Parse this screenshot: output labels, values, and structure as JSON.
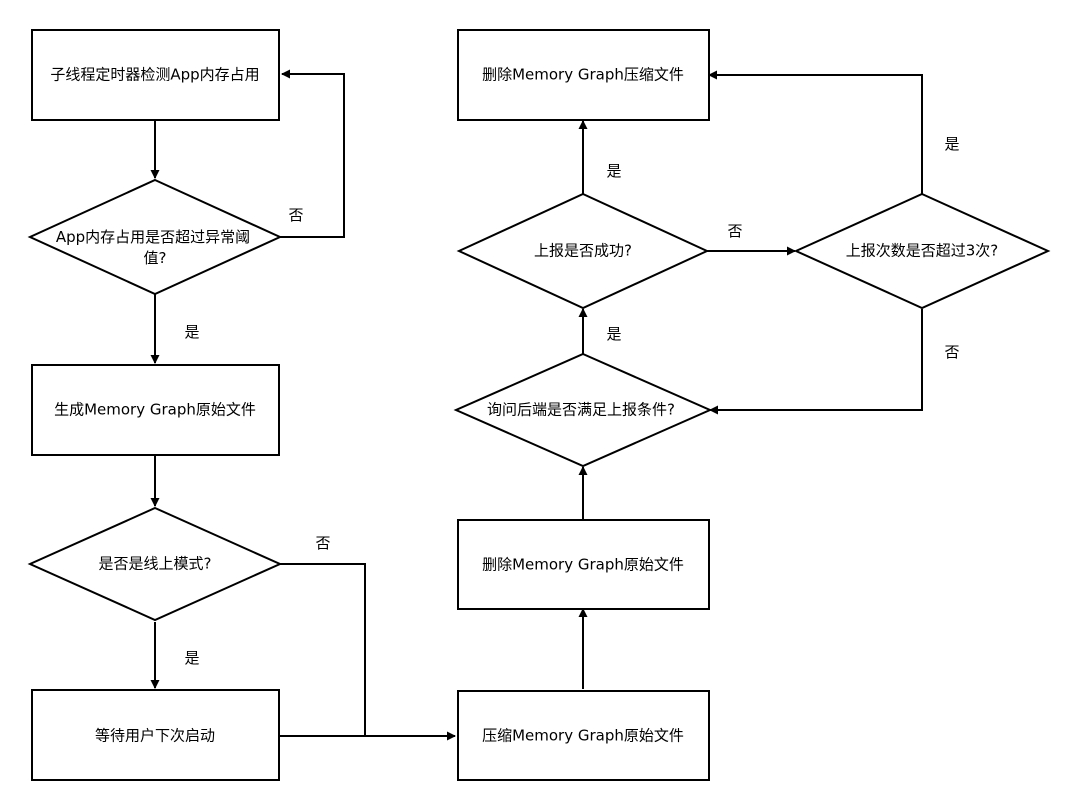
{
  "nodes": {
    "n1": "子线程定时器检测App内存占用",
    "d1_line1": "App内存占用是否超过异常阈",
    "d1_line2": "值?",
    "n2": "生成Memory Graph原始文件",
    "d2": "是否是线上模式?",
    "n3": "等待用户下次启动",
    "n4": "压缩Memory Graph原始文件",
    "n5": "删除Memory Graph原始文件",
    "d3": "询问后端是否满足上报条件?",
    "d4": "上报是否成功?",
    "d5": "上报次数是否超过3次?",
    "n6": "删除Memory Graph压缩文件"
  },
  "edges": {
    "yes": "是",
    "no": "否"
  }
}
